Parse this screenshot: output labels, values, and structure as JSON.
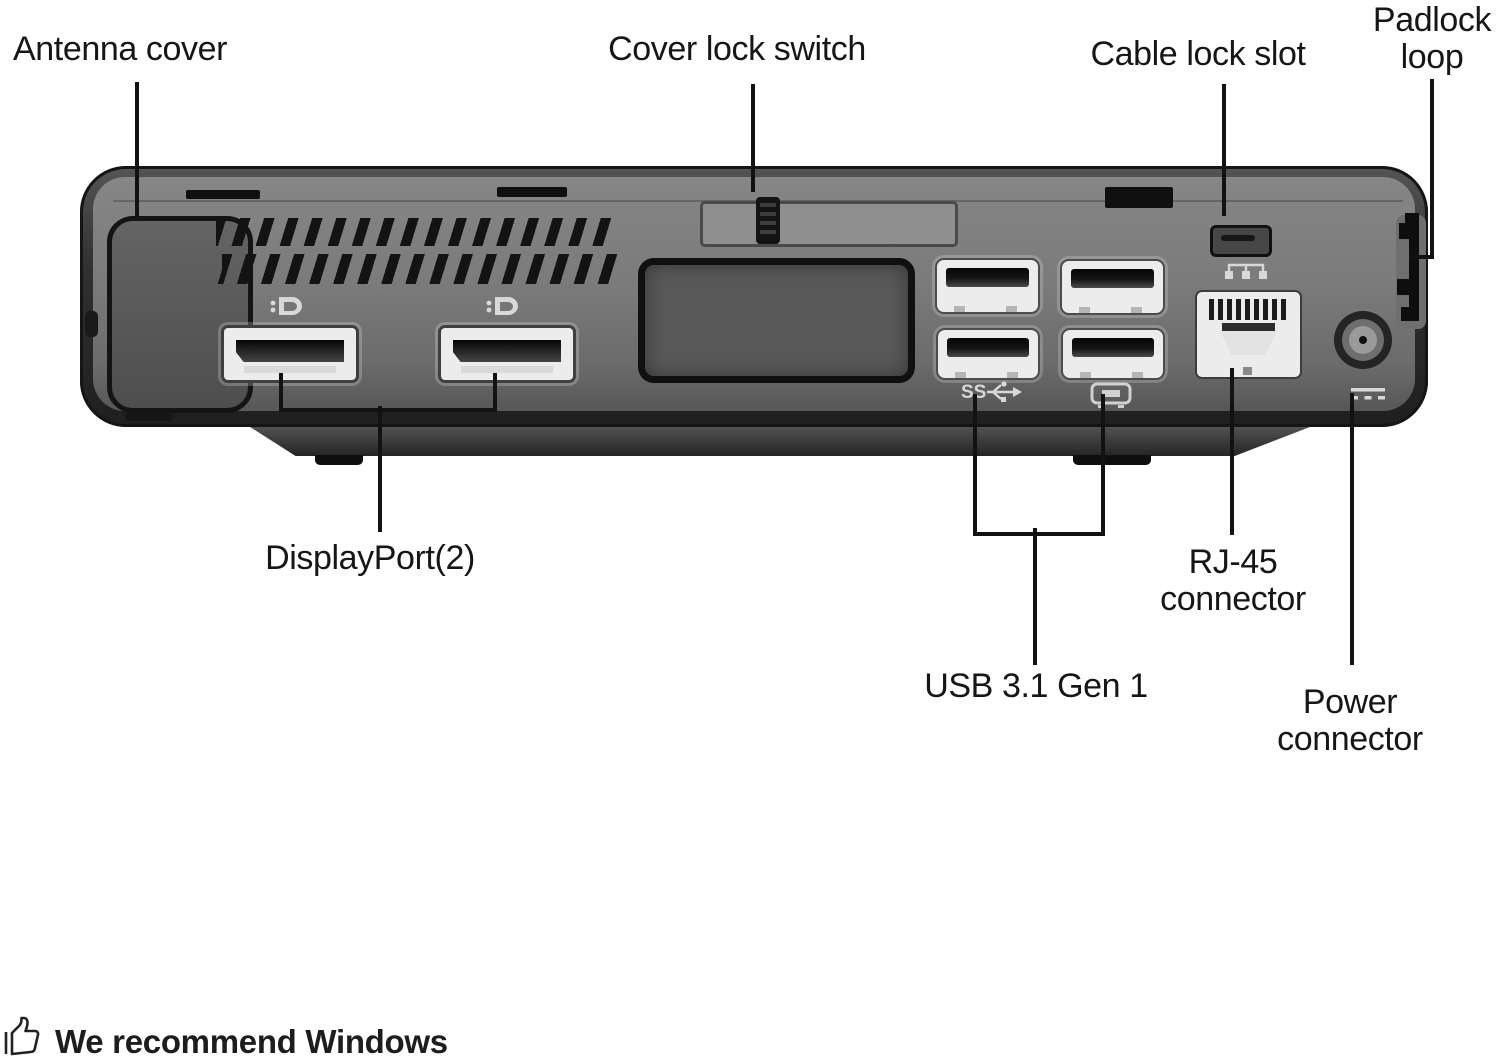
{
  "callouts": {
    "antenna_cover": {
      "text": "Antenna cover"
    },
    "cover_lock_switch": {
      "text": "Cover lock switch"
    },
    "cable_lock_slot": {
      "text": "Cable lock slot"
    },
    "padlock_loop": {
      "line1": "Padlock",
      "line2": "loop"
    },
    "displayport": {
      "text": "DisplayPort(2)"
    },
    "usb": {
      "text": "USB 3.1 Gen 1"
    },
    "rj45": {
      "line1": "RJ-45",
      "line2": "connector"
    },
    "power": {
      "line1": "Power",
      "line2": "connector"
    }
  },
  "device": {
    "view": "rear panel diagram",
    "port_counts": {
      "displayport": 2,
      "usb_a": 4,
      "rj45": 1,
      "power": 1
    },
    "icons": {
      "displayport": "displayport-icon",
      "superspeed_label": "SS",
      "usb_feature": "usb-feature-icon",
      "ethernet": "ethernet-icon",
      "dc_power": "dc-power-icon",
      "padlock_loop": "padlock-loop",
      "cable_lock": "cable-lock-slot"
    }
  },
  "footer": {
    "icon": "thumbs-up-icon",
    "text": "We recommend Windows"
  },
  "colors": {
    "background": "#ffffff",
    "label_text": "#161616",
    "leader_line": "#121212",
    "chassis_dark": "#262626",
    "panel_gray": "#7b7b7b",
    "port_white": "#ececec"
  }
}
